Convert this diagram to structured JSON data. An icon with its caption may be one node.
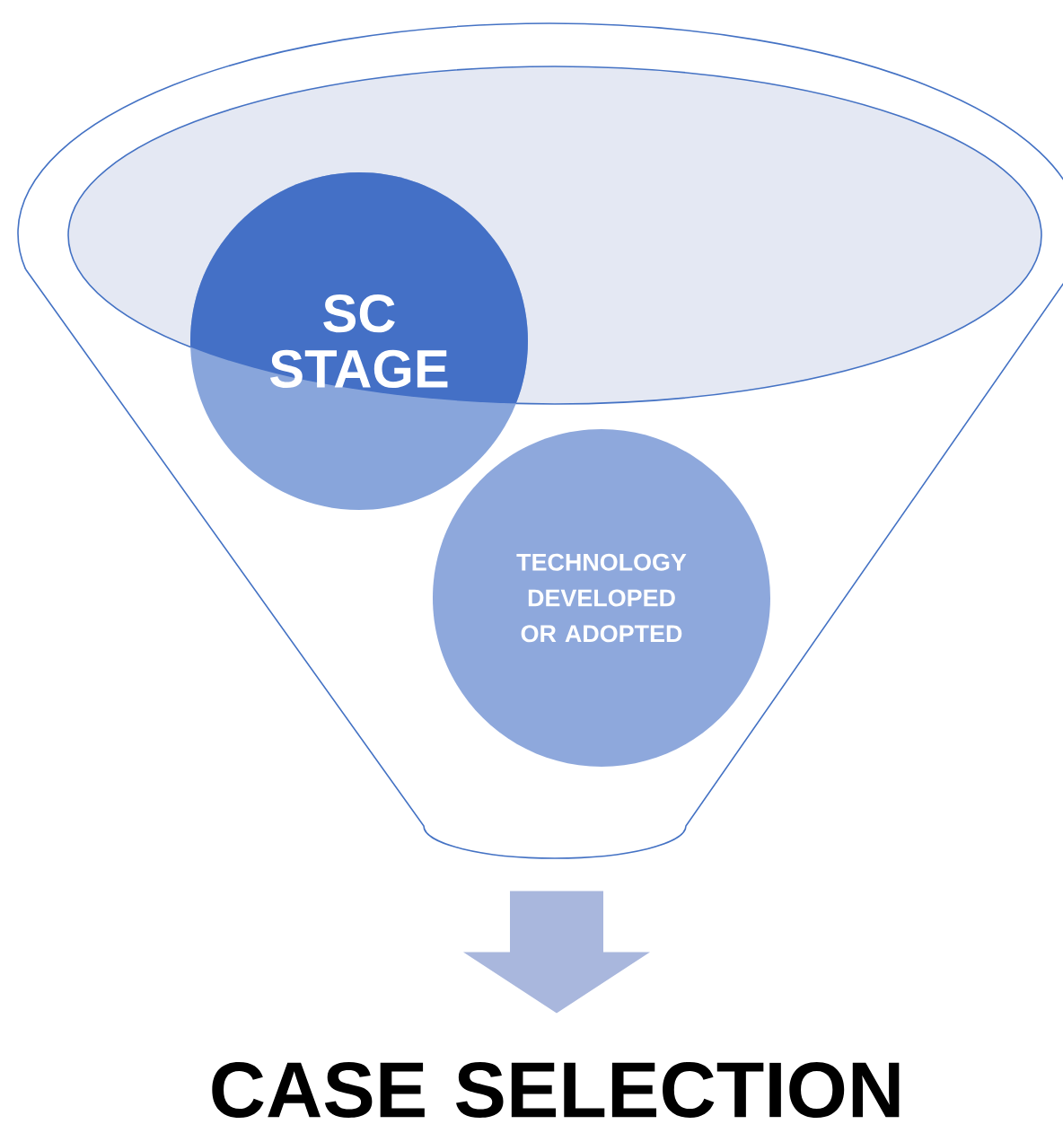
{
  "diagram": {
    "nodes": [
      {
        "text": [],
        "shape": "funnel"
      },
      {
        "text": [
          "SC STAGE"
        ]
      },
      {
        "text": [
          "TECHNOLOGY DEVELOPED OR ADOPTED"
        ]
      },
      {
        "text": [
          "CASE SELECTION"
        ]
      }
    ],
    "edges": [
      {
        "from": 0,
        "to": 3,
        "arrow": "to",
        "style": "thick"
      }
    ]
  }
}
